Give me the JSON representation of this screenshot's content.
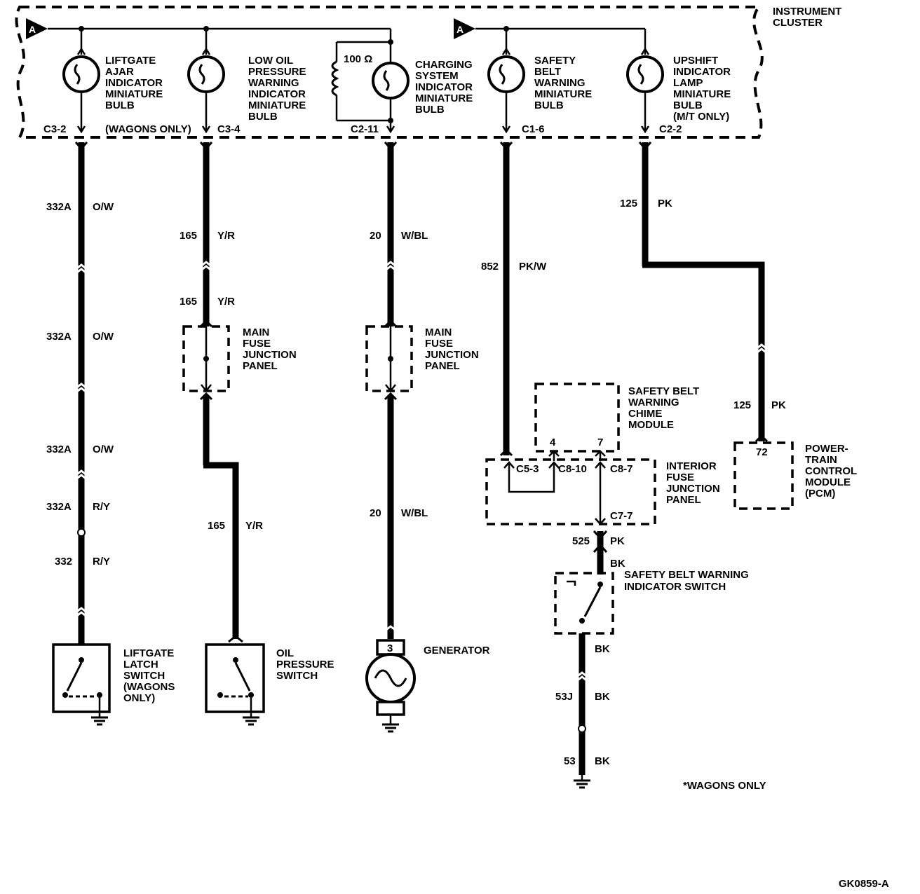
{
  "cluster": {
    "title": [
      "INSTRUMENT",
      "CLUSTER"
    ],
    "feed_label_left": "A",
    "feed_label_right": "A",
    "resistor_value": "100 Ω"
  },
  "bulbs": [
    {
      "lines": [
        "LIFTGATE",
        "AJAR",
        "INDICATOR",
        "MINIATURE",
        "BULB"
      ],
      "connector": "C3-2",
      "note": "(WAGONS ONLY)"
    },
    {
      "lines": [
        "LOW OIL",
        "PRESSURE",
        "WARNING",
        "INDICATOR",
        "MINIATURE",
        "BULB"
      ],
      "connector": "C3-4"
    },
    {
      "lines": [
        "CHARGING",
        "SYSTEM",
        "INDICATOR",
        "MINIATURE",
        "BULB"
      ],
      "connector": "C2-11"
    },
    {
      "lines": [
        "SAFETY",
        "BELT",
        "WARNING",
        "MINIATURE",
        "BULB"
      ],
      "connector": "C1-6"
    },
    {
      "lines": [
        "UPSHIFT",
        "INDICATOR",
        "LAMP",
        "MINIATURE",
        "BULB",
        "(M/T ONLY)"
      ],
      "connector": "C2-2"
    }
  ],
  "wires": {
    "c1": [
      {
        "circuit": "332A",
        "color": "O/W"
      },
      {
        "circuit": "332A",
        "color": "O/W"
      },
      {
        "circuit": "332A",
        "color": "O/W"
      },
      {
        "circuit": "332A",
        "color": "R/Y"
      },
      {
        "circuit": "332",
        "color": "R/Y"
      }
    ],
    "c2": [
      {
        "circuit": "165",
        "color": "Y/R"
      },
      {
        "circuit": "165",
        "color": "Y/R"
      },
      {
        "circuit": "165",
        "color": "Y/R"
      }
    ],
    "c3": [
      {
        "circuit": "20",
        "color": "W/BL"
      },
      {
        "circuit": "20",
        "color": "W/BL"
      }
    ],
    "c4": [
      {
        "circuit": "852",
        "color": "PK/W"
      },
      {
        "circuit": "525",
        "color": "PK"
      },
      {
        "circuit": "",
        "color": "BK"
      },
      {
        "circuit": "",
        "color": "BK"
      },
      {
        "circuit": "53J",
        "color": "BK"
      },
      {
        "circuit": "53",
        "color": "BK"
      }
    ],
    "c5": [
      {
        "circuit": "125",
        "color": "PK"
      },
      {
        "circuit": "125",
        "color": "PK"
      }
    ]
  },
  "components": {
    "main_fuse_1": [
      "MAIN",
      "FUSE",
      "JUNCTION",
      "PANEL"
    ],
    "main_fuse_2": [
      "MAIN",
      "FUSE",
      "JUNCTION",
      "PANEL"
    ],
    "chime": {
      "lines": [
        "SAFETY BELT",
        "WARNING",
        "CHIME",
        "MODULE"
      ],
      "pin_a": "4",
      "pin_b": "7"
    },
    "interior_fuse": {
      "lines": [
        "INTERIOR",
        "FUSE",
        "JUNCTION",
        "PANEL"
      ],
      "c_a": "C5-3",
      "c_b": "C8-10",
      "c_c": "C8-7",
      "c_d": "C7-7"
    },
    "belt_switch": [
      "SAFETY BELT WARNING",
      "INDICATOR SWITCH"
    ],
    "pcm": {
      "lines": [
        "POWER-",
        "TRAIN",
        "CONTROL",
        "MODULE",
        "(PCM)"
      ],
      "pin": "72"
    },
    "liftgate_switch": [
      "LIFTGATE",
      "LATCH",
      "SWITCH",
      "(WAGONS",
      "ONLY)"
    ],
    "oil_switch": [
      "OIL",
      "PRESSURE",
      "SWITCH"
    ],
    "generator": {
      "label": "GENERATOR",
      "pin": "3"
    }
  },
  "footnote": "*WAGONS ONLY",
  "figure_id": "GK0859-A"
}
